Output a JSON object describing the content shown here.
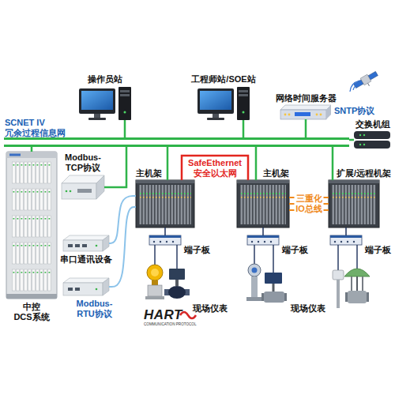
{
  "diagram": {
    "nodes": [
      {
        "text": [
          "操作员站"
        ]
      },
      {
        "text": [
          "工程师站/SOE站"
        ]
      },
      {
        "text": [
          "网络时间服务器"
        ]
      },
      {
        "text": [
          "交换机组"
        ]
      },
      {
        "text": [
          "SCNET IV 冗余过程信息网"
        ]
      },
      {
        "text": [
          "中控 DCS系统"
        ]
      },
      {
        "text": [
          "Modbus- TCP协议"
        ]
      },
      {
        "text": [
          "主机架"
        ]
      },
      {
        "text": [
          "主机架"
        ]
      },
      {
        "text": [
          "扩展/远程机架"
        ]
      },
      {
        "text": [
          "端子板"
        ]
      },
      {
        "text": [
          "端子板"
        ]
      },
      {
        "text": [
          "端子板"
        ]
      },
      {
        "text": [
          "串口通讯设备"
        ]
      },
      {
        "text": [
          "Modbus- RTU协议"
        ]
      }
    ],
    "edges": [
      {
        "from": 0,
        "to": 4,
        "arrow": "none"
      },
      {
        "from": 1,
        "to": 4,
        "arrow": "none"
      },
      {
        "from": 2,
        "to": 4,
        "arrow": "none"
      },
      {
        "from": 3,
        "to": 4,
        "arrow": "none"
      },
      {
        "from": 5,
        "to": 4,
        "arrow": "none"
      },
      {
        "from": 6,
        "to": 4,
        "arrow": "none"
      },
      {
        "from": 7,
        "to": 4,
        "arrow": "none"
      },
      {
        "from": 8,
        "to": 4,
        "arrow": "none"
      },
      {
        "from": 9,
        "to": 4,
        "arrow": "none"
      },
      {
        "from": 7,
        "to": 8,
        "label": "SafeEthernet 安全以太网",
        "arrow": "none"
      },
      {
        "from": 8,
        "to": 9,
        "label": "三重化 IO总线",
        "arrow": "none"
      },
      {
        "from": 7,
        "to": 10,
        "arrow": "none"
      },
      {
        "from": 8,
        "to": 11,
        "arrow": "none"
      },
      {
        "from": 9,
        "to": 12,
        "arrow": "none"
      },
      {
        "from": 7,
        "to": 13,
        "arrow": "none"
      },
      {
        "from": 7,
        "to": 14,
        "arrow": "none"
      }
    ],
    "labels": [
      "SNTP协议",
      "现场仪表",
      "现场仪表",
      "HART",
      "COMMUNICATION PROTOCOL"
    ]
  }
}
